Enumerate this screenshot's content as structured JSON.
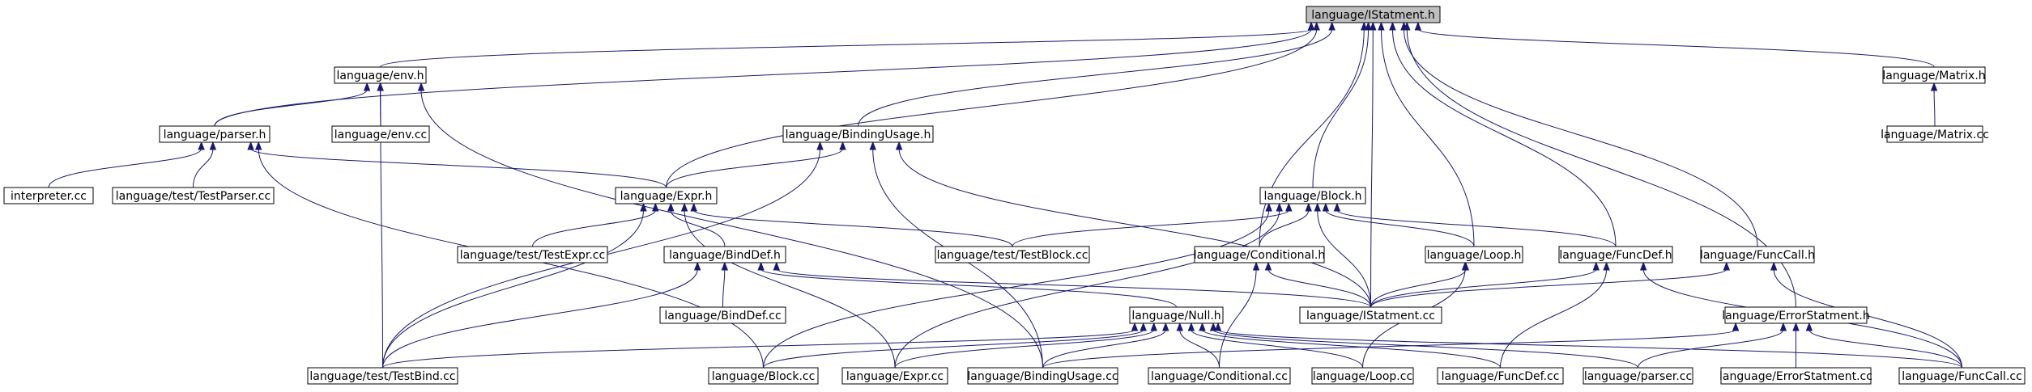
{
  "graph": {
    "colors": {
      "edge": "#191970",
      "root_fill": "#bfbfbf",
      "node_fill": "#ffffff",
      "border": "#000000"
    },
    "nodes": [
      {
        "id": "istatment_h",
        "label": "language/IStatment.h",
        "root": true
      },
      {
        "id": "env_h",
        "label": "language/env.h"
      },
      {
        "id": "matrix_h",
        "label": "language/Matrix.h"
      },
      {
        "id": "parser_h",
        "label": "language/parser.h"
      },
      {
        "id": "env_cc",
        "label": "language/env.cc"
      },
      {
        "id": "bindingusage_h",
        "label": "language/BindingUsage.h"
      },
      {
        "id": "matrix_cc",
        "label": "language/Matrix.cc"
      },
      {
        "id": "interpreter_cc",
        "label": "interpreter.cc"
      },
      {
        "id": "testparser_cc",
        "label": "language/test/TestParser.cc"
      },
      {
        "id": "expr_h",
        "label": "language/Expr.h"
      },
      {
        "id": "block_h",
        "label": "language/Block.h"
      },
      {
        "id": "testexpr_cc",
        "label": "language/test/TestExpr.cc"
      },
      {
        "id": "binddef_h",
        "label": "language/BindDef.h"
      },
      {
        "id": "testblock_cc",
        "label": "language/test/TestBlock.cc"
      },
      {
        "id": "conditional_h",
        "label": "language/Conditional.h"
      },
      {
        "id": "loop_h",
        "label": "language/Loop.h"
      },
      {
        "id": "funcdef_h",
        "label": "language/FuncDef.h"
      },
      {
        "id": "funccall_h",
        "label": "language/FuncCall.h"
      },
      {
        "id": "binddef_cc",
        "label": "language/BindDef.cc"
      },
      {
        "id": "istatment_cc",
        "label": "language/IStatment.cc"
      },
      {
        "id": "null_h",
        "label": "language/Null.h"
      },
      {
        "id": "errorstatment_h",
        "label": "language/ErrorStatment.h"
      },
      {
        "id": "testbind_cc",
        "label": "language/test/TestBind.cc"
      },
      {
        "id": "block_cc",
        "label": "language/Block.cc"
      },
      {
        "id": "expr_cc",
        "label": "language/Expr.cc"
      },
      {
        "id": "bindingusage_cc",
        "label": "language/BindingUsage.cc"
      },
      {
        "id": "conditional_cc",
        "label": "language/Conditional.cc"
      },
      {
        "id": "loop_cc",
        "label": "language/Loop.cc"
      },
      {
        "id": "funcdef_cc",
        "label": "language/FuncDef.cc"
      },
      {
        "id": "parser_cc",
        "label": "language/parser.cc"
      },
      {
        "id": "errorstatment_cc",
        "label": "language/ErrorStatment.cc"
      },
      {
        "id": "funccall_cc",
        "label": "language/FuncCall.cc"
      }
    ],
    "edges": [
      {
        "from": "env_h",
        "to": "istatment_h"
      },
      {
        "from": "parser_h",
        "to": "istatment_h"
      },
      {
        "from": "bindingusage_h",
        "to": "istatment_h"
      },
      {
        "from": "expr_h",
        "to": "istatment_h"
      },
      {
        "from": "block_h",
        "to": "istatment_h"
      },
      {
        "from": "conditional_h",
        "to": "istatment_h"
      },
      {
        "from": "loop_h",
        "to": "istatment_h"
      },
      {
        "from": "funcdef_h",
        "to": "istatment_h"
      },
      {
        "from": "funccall_h",
        "to": "istatment_h"
      },
      {
        "from": "istatment_cc",
        "to": "istatment_h"
      },
      {
        "from": "errorstatment_h",
        "to": "istatment_h"
      },
      {
        "from": "matrix_h",
        "to": "istatment_h"
      },
      {
        "from": "parser_h",
        "to": "env_h"
      },
      {
        "from": "env_cc",
        "to": "env_h"
      },
      {
        "from": "testbind_cc",
        "to": "env_h"
      },
      {
        "from": "bindingusage_cc",
        "to": "env_h"
      },
      {
        "from": "matrix_cc",
        "to": "matrix_h"
      },
      {
        "from": "interpreter_cc",
        "to": "parser_h"
      },
      {
        "from": "testparser_cc",
        "to": "parser_h"
      },
      {
        "from": "expr_h",
        "to": "parser_h"
      },
      {
        "from": "block_cc",
        "to": "parser_h"
      },
      {
        "from": "expr_h",
        "to": "bindingusage_h"
      },
      {
        "from": "testbind_cc",
        "to": "bindingusage_h"
      },
      {
        "from": "bindingusage_cc",
        "to": "bindingusage_h"
      },
      {
        "from": "istatment_cc",
        "to": "bindingusage_h"
      },
      {
        "from": "testexpr_cc",
        "to": "expr_h"
      },
      {
        "from": "binddef_h",
        "to": "expr_h"
      },
      {
        "from": "testblock_cc",
        "to": "expr_h"
      },
      {
        "from": "testbind_cc",
        "to": "expr_h"
      },
      {
        "from": "expr_cc",
        "to": "expr_h"
      },
      {
        "from": "testblock_cc",
        "to": "block_h"
      },
      {
        "from": "conditional_h",
        "to": "block_h"
      },
      {
        "from": "loop_h",
        "to": "block_h"
      },
      {
        "from": "funcdef_h",
        "to": "block_h"
      },
      {
        "from": "istatment_cc",
        "to": "block_h"
      },
      {
        "from": "block_cc",
        "to": "block_h"
      },
      {
        "from": "expr_cc",
        "to": "block_h"
      },
      {
        "from": "binddef_cc",
        "to": "binddef_h"
      },
      {
        "from": "testbind_cc",
        "to": "binddef_h"
      },
      {
        "from": "istatment_cc",
        "to": "binddef_h"
      },
      {
        "from": "null_h",
        "to": "binddef_h"
      },
      {
        "from": "istatment_cc",
        "to": "conditional_h"
      },
      {
        "from": "conditional_cc",
        "to": "conditional_h"
      },
      {
        "from": "istatment_cc",
        "to": "loop_h"
      },
      {
        "from": "loop_cc",
        "to": "loop_h"
      },
      {
        "from": "istatment_cc",
        "to": "funcdef_h"
      },
      {
        "from": "funcdef_cc",
        "to": "funcdef_h"
      },
      {
        "from": "funccall_cc",
        "to": "funcdef_h"
      },
      {
        "from": "istatment_cc",
        "to": "funccall_h"
      },
      {
        "from": "funccall_cc",
        "to": "funccall_h"
      },
      {
        "from": "testbind_cc",
        "to": "null_h"
      },
      {
        "from": "block_cc",
        "to": "null_h"
      },
      {
        "from": "expr_cc",
        "to": "null_h"
      },
      {
        "from": "bindingusage_cc",
        "to": "null_h"
      },
      {
        "from": "conditional_cc",
        "to": "null_h"
      },
      {
        "from": "loop_cc",
        "to": "null_h"
      },
      {
        "from": "funcdef_cc",
        "to": "null_h"
      },
      {
        "from": "parser_cc",
        "to": "null_h"
      },
      {
        "from": "funccall_cc",
        "to": "null_h"
      },
      {
        "from": "bindingusage_cc",
        "to": "errorstatment_h"
      },
      {
        "from": "parser_cc",
        "to": "errorstatment_h"
      },
      {
        "from": "errorstatment_cc",
        "to": "errorstatment_h"
      },
      {
        "from": "funccall_cc",
        "to": "errorstatment_h"
      }
    ]
  }
}
